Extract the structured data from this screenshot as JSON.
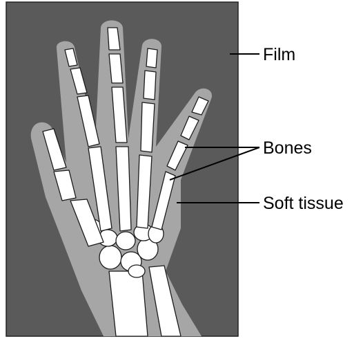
{
  "labels": {
    "film": "Film",
    "bones": "Bones",
    "soft_tissue": "Soft tissue"
  },
  "colors": {
    "film": "#5a5a5a",
    "film_border": "#222222",
    "soft_tissue": "#a6a6a6",
    "bone": "#ffffff",
    "bone_outline": "#1a1a1a",
    "leader_line": "#000000"
  }
}
